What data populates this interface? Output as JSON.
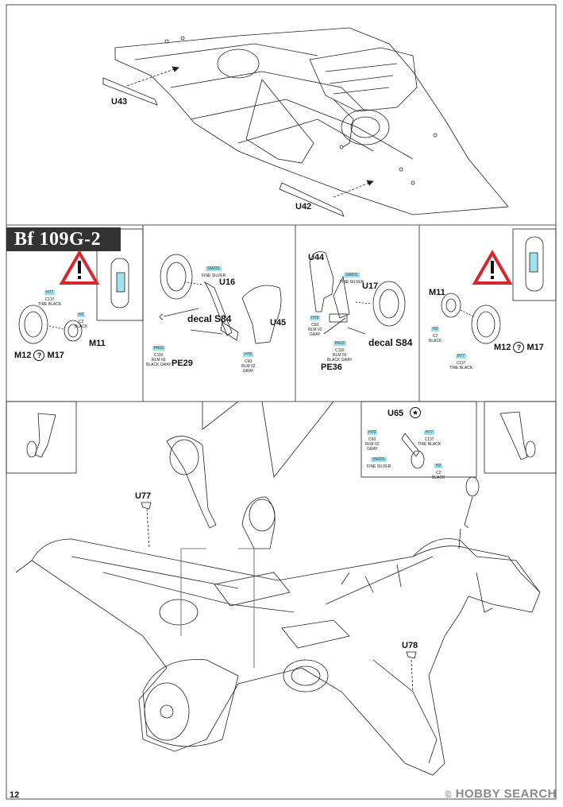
{
  "section_title": "Bf 109G-2",
  "page_number": "12",
  "watermark": {
    "symbol": "©",
    "text": "HOBBY SEARCH"
  },
  "parts": {
    "u43": "U43",
    "u42": "U42",
    "u16": "U16",
    "u45": "U45",
    "pe29": "PE29",
    "u44": "U44",
    "u17": "U17",
    "pe36": "PE36",
    "m11_left": "M11",
    "m12_m17_left": [
      "M12",
      "M17"
    ],
    "m11_right": "M11",
    "m12_m17_right": [
      "M12",
      "M17"
    ],
    "u65": "U65",
    "u77": "U77",
    "u78": "U78"
  },
  "decals": {
    "left": "decal S84",
    "right": "decal S84"
  },
  "color_callouts": {
    "left_tire": {
      "chip": "H77",
      "codes": [
        "C137",
        "TIRE BLACK"
      ]
    },
    "left_hub": {
      "chip": "H2",
      "codes": [
        "C2",
        "BLACK"
      ]
    },
    "left_silver": {
      "chip": "SM201",
      "codes": [
        "FINE SILVER"
      ]
    },
    "left_leg": {
      "chip": "H416",
      "codes": [
        "C116",
        "RLM 66",
        "BLACK GRAY"
      ]
    },
    "left_door": {
      "chip": "H70",
      "codes": [
        "C60",
        "RLM 02",
        "GRAY"
      ]
    },
    "right_silver": {
      "chip": "SM201",
      "codes": [
        "FINE SILVER"
      ]
    },
    "right_door": {
      "chip": "H70",
      "codes": [
        "C60",
        "RLM 02",
        "GRAY"
      ]
    },
    "right_leg": {
      "chip": "H416",
      "codes": [
        "C116",
        "RLM 66",
        "BLACK GRAY"
      ]
    },
    "right_hub": {
      "chip": "H2",
      "codes": [
        "C2",
        "BLACK"
      ]
    },
    "right_tire": {
      "chip": "H77",
      "codes": [
        "C137",
        "TIRE BLACK"
      ]
    },
    "tail_leg": {
      "chip": "H70",
      "codes": [
        "C60",
        "RLM 02",
        "GRAY"
      ]
    },
    "tail_tire": {
      "chip": "H77",
      "codes": [
        "C137",
        "TIRE BLACK"
      ]
    },
    "tail_silver": {
      "chip": "SM201",
      "codes": [
        "FINE SILVER"
      ]
    },
    "tail_hub": {
      "chip": "H2",
      "codes": [
        "C2",
        "BLACK"
      ]
    }
  },
  "icons": {
    "warning": "warning-triangle-icon",
    "choice": "question-circle-icon",
    "remove": "star-circle-icon"
  }
}
